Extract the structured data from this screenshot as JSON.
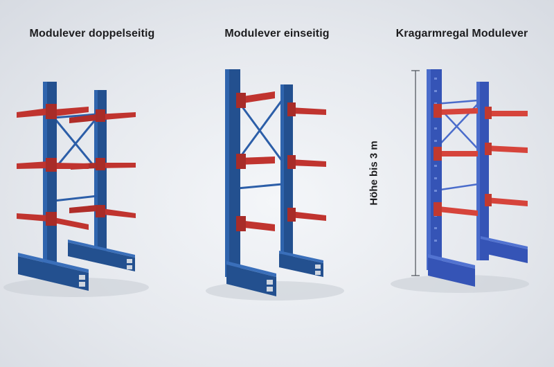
{
  "products": [
    {
      "title": "Modulever doppelseitig"
    },
    {
      "title": "Modulever einseitig"
    },
    {
      "title": "Kragarmregal Modulever"
    }
  ],
  "height_annotation": "Höhe bis 3 m",
  "colors": {
    "column_blue": "#23508f",
    "column_dark": "#173866",
    "arm_red": "#c0342f",
    "arm_dark": "#8f2320",
    "brace_blue": "#2c5ea8"
  }
}
